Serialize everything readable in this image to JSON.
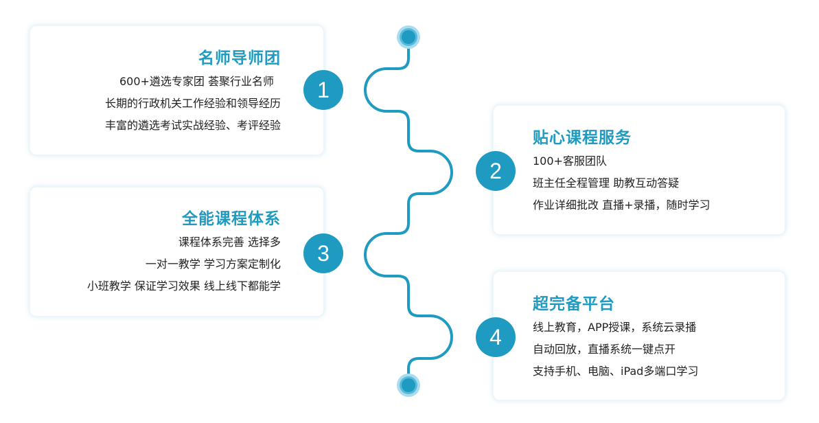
{
  "accent_color": "#1f9bc1",
  "sections": [
    {
      "number": "1",
      "title": "名师导师团",
      "lines": [
        "600+遴选专家团 荟聚行业名师",
        "长期的行政机关工作经验和领导经历",
        "丰富的遴选考试实战经验、考评经验"
      ]
    },
    {
      "number": "2",
      "title": "贴心课程服务",
      "lines": [
        "100+客服团队",
        "班主任全程管理 助教互动答疑",
        "作业详细批改 直播+录播，随时学习"
      ]
    },
    {
      "number": "3",
      "title": "全能课程体系",
      "lines": [
        "课程体系完善 选择多",
        "一对一教学 学习方案定制化",
        "小班教学 保证学习效果 线上线下都能学"
      ]
    },
    {
      "number": "4",
      "title": "超完备平台",
      "lines": [
        "线上教育，APP授课，系统云录播",
        "自动回放，直播系统一键点开",
        "支持手机、电脑、iPad多端口学习"
      ]
    }
  ]
}
